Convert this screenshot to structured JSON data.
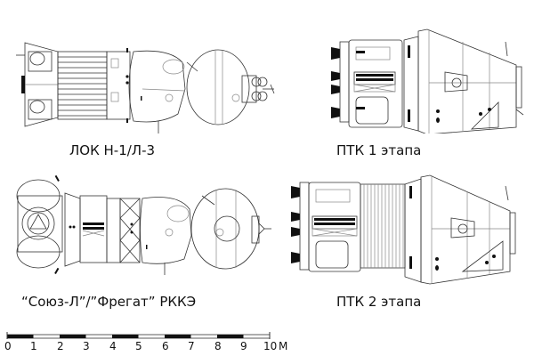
{
  "figures": [
    {
      "id": "lok",
      "caption": "ЛОК Н-1/Л-3"
    },
    {
      "id": "ptk1",
      "caption": "ПТК 1 этапа"
    },
    {
      "id": "soyuz-l",
      "caption": "“Союз-Л”/”Фрегат” РККЭ"
    },
    {
      "id": "ptk2",
      "caption": "ПТК 2 этапа"
    }
  ],
  "scale_bar": {
    "ticks": [
      "0",
      "1",
      "2",
      "3",
      "4",
      "5",
      "6",
      "7",
      "8",
      "9",
      "10"
    ],
    "unit": "М",
    "segment_colors": [
      "#111111",
      "#ffffff"
    ]
  }
}
